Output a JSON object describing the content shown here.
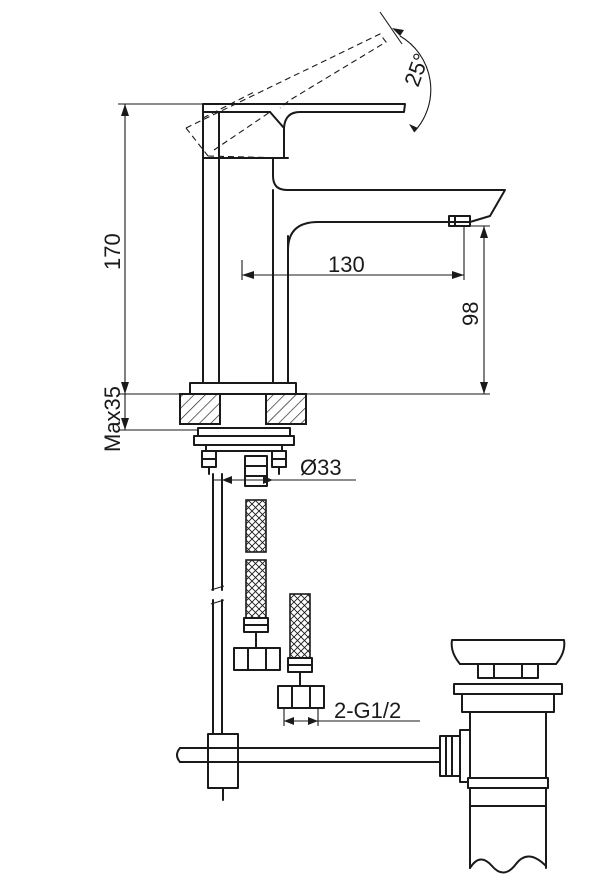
{
  "dimensions": {
    "height_total": "170",
    "spout_reach": "130",
    "spout_height": "98",
    "max_deck_thickness": "Max35",
    "hole_diameter": "Ø33",
    "lever_angle": "25°",
    "connection_thread": "2-G1/2"
  }
}
